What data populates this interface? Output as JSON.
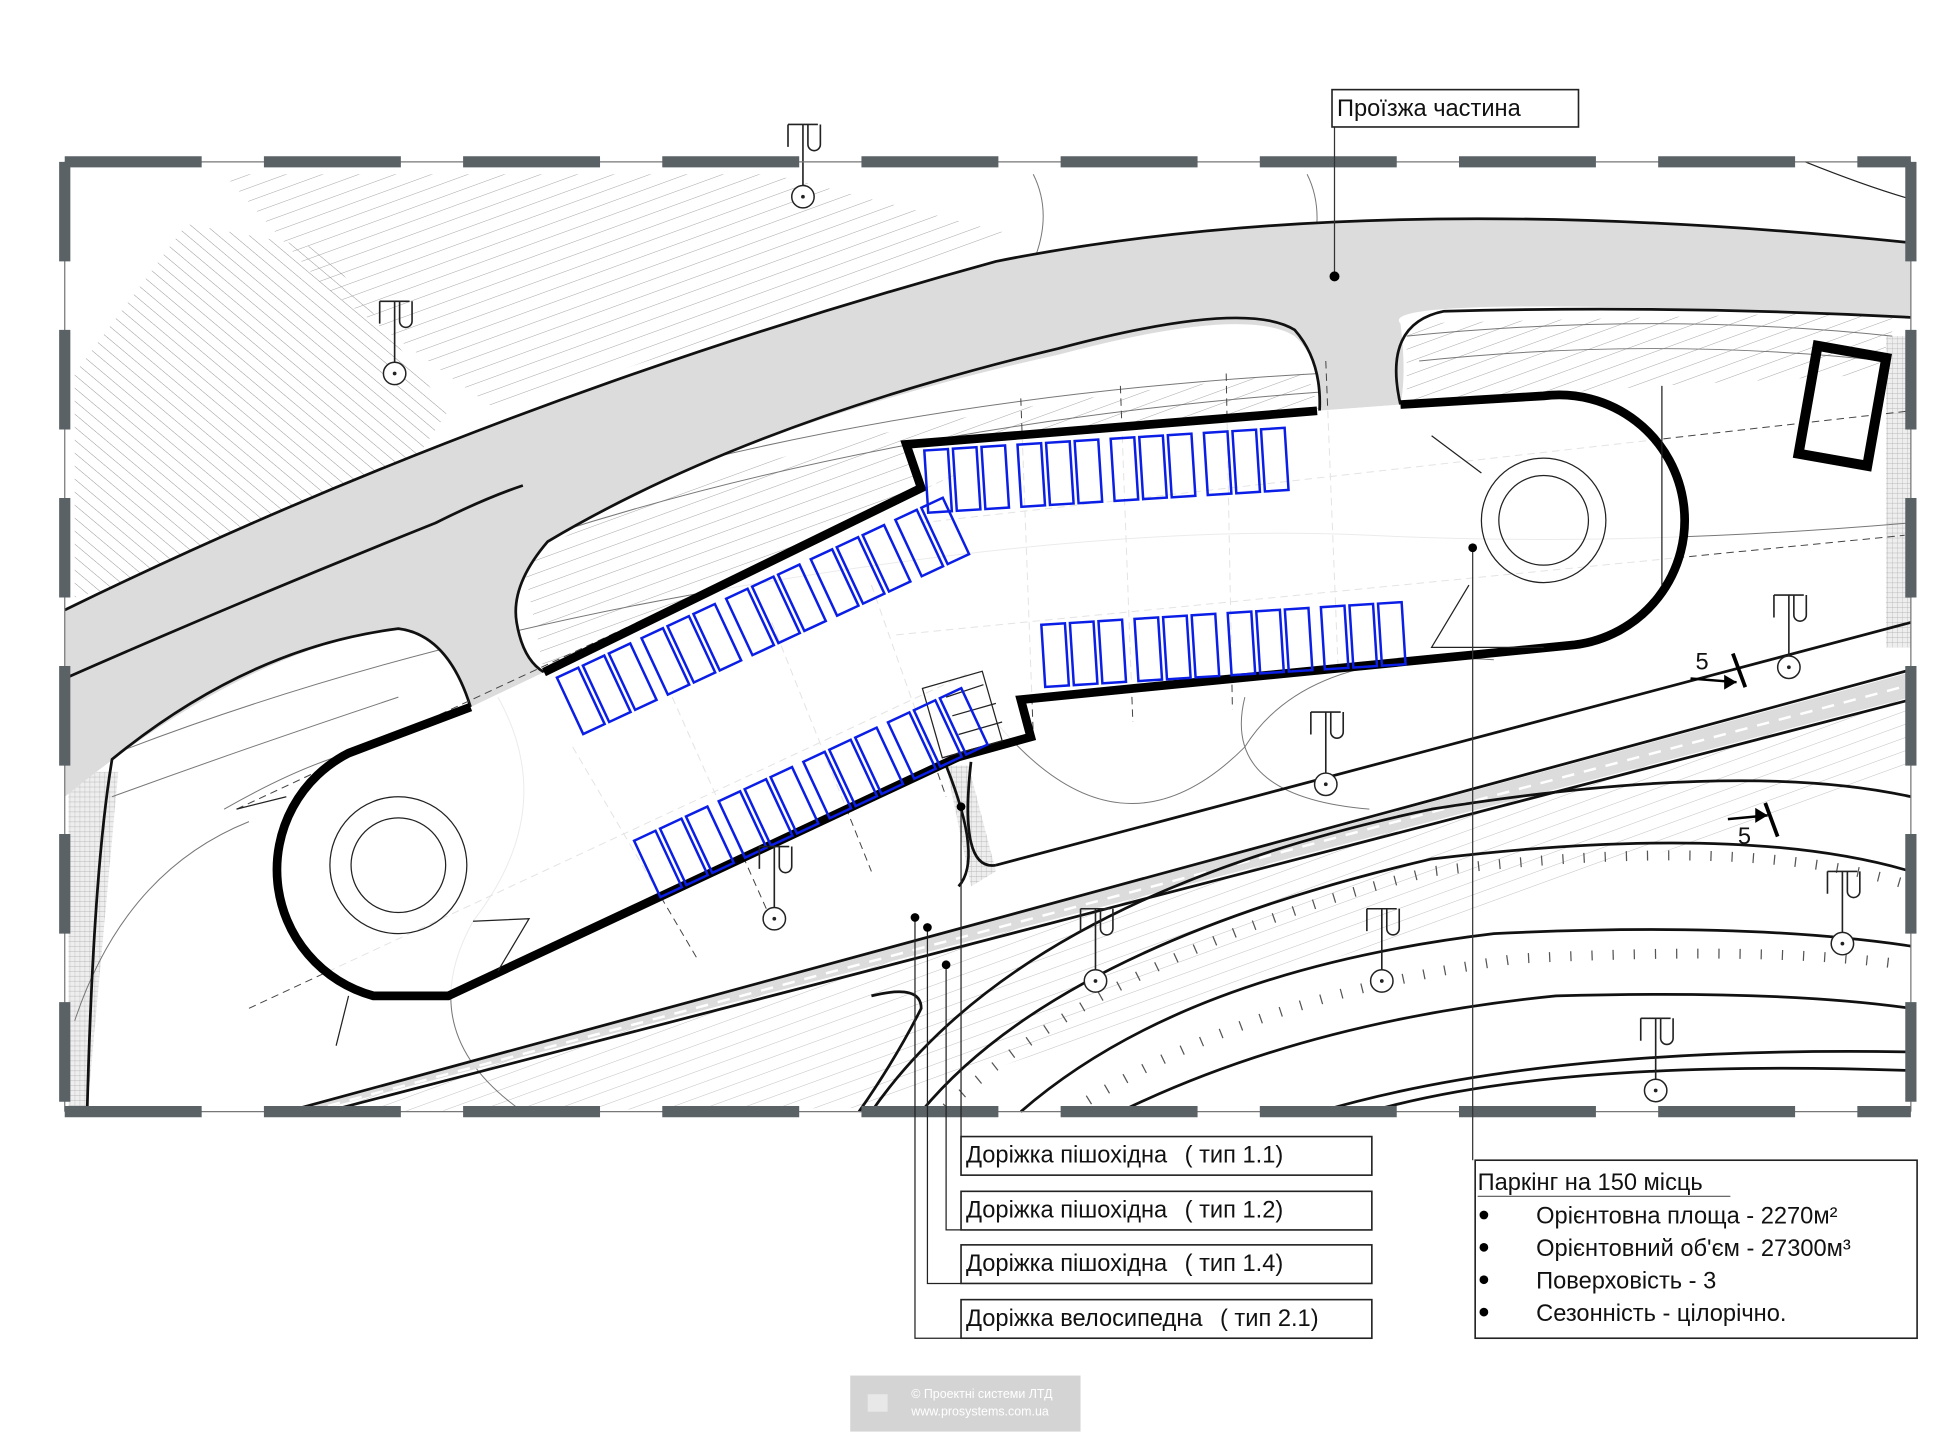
{
  "callouts": {
    "roadway": "Проїзжа частина",
    "paths": [
      {
        "name": "Доріжка пішохідна",
        "type": "( тип 1.1)"
      },
      {
        "name": "Доріжка пішохідна",
        "type": "( тип 1.2)"
      },
      {
        "name": "Доріжка пішохідна",
        "type": "( тип 1.4)"
      },
      {
        "name": "Доріжка велосипедна",
        "type": "( тип 2.1)"
      }
    ]
  },
  "info": {
    "title": "Паркінг на 150 місць",
    "items": [
      "Орієнтовна площа - 2270м²",
      "Орієнтовний об'єм - 27300м³",
      "Поверховість - 3",
      "Сезонність - цілорічно."
    ]
  },
  "section_marks": [
    "5",
    "5"
  ],
  "watermark": {
    "line1": "© Проектні системи ЛТД",
    "line2": "www.prosystems.com.ua"
  },
  "colors": {
    "stall": "#0a1ee6",
    "road": "#dcdcdc",
    "frame": "#5a6266"
  }
}
